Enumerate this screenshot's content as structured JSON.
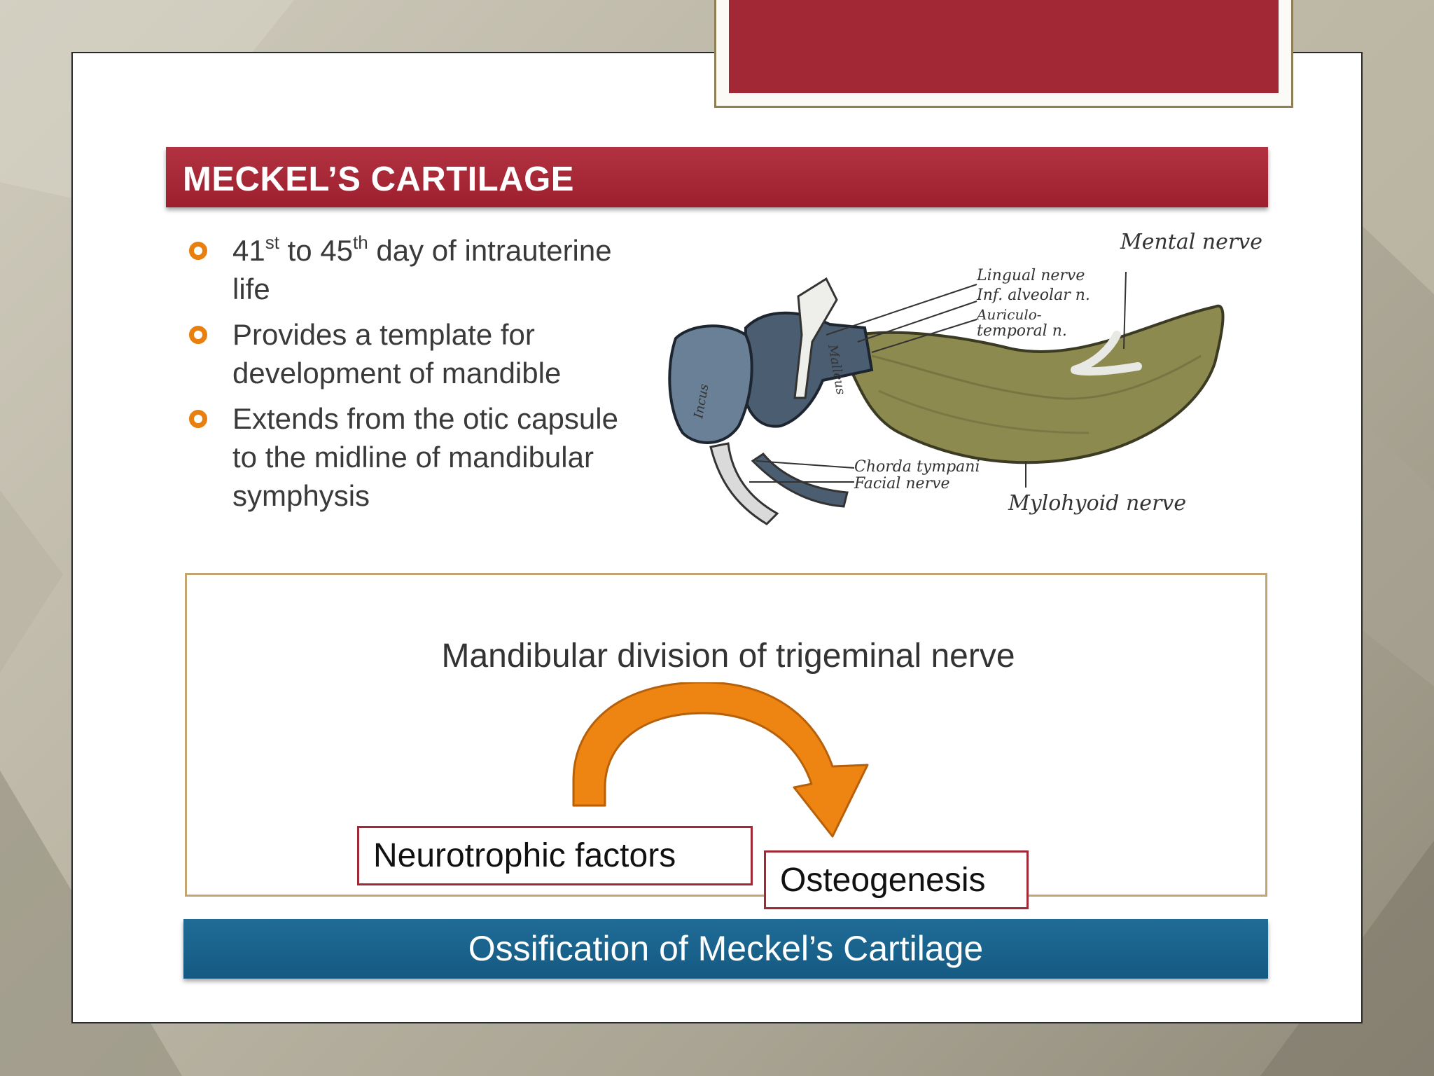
{
  "slide": {
    "title": "MECKEL’S CARTILAGE",
    "bullets": [
      {
        "pre": "41",
        "sup1": "st",
        "mid": " to 45",
        "sup2": "th",
        "post": " day of intrauterine life"
      },
      {
        "text": "Provides a template for development of mandible"
      },
      {
        "text": "Extends from the otic capsule to the midline of mandibular symphysis"
      }
    ]
  },
  "anatomy": {
    "labels": {
      "mental": "Mental nerve",
      "lingual": "Lingual nerve",
      "inf_alveolar": "Inf. alveolar n.",
      "auriculo1": "Auriculo-",
      "auriculo2": "temporal n.",
      "chorda": "Chorda tympani",
      "facial": "Facial nerve",
      "mylohyoid": "Mylohyoid nerve",
      "malleus": "Malleus",
      "incus": "Incus"
    }
  },
  "diagram": {
    "nerve": "Mandibular division of trigeminal nerve",
    "factors": "Neurotrophic factors",
    "osteogenesis": "Osteogenesis"
  },
  "footer": {
    "text": "Ossification of Meckel’s Cartilage"
  },
  "colors": {
    "title_bar": "#a22835",
    "bullet_mark": "#e8800f",
    "footer_bar": "#1a6490",
    "arrow": "#ee8512"
  }
}
